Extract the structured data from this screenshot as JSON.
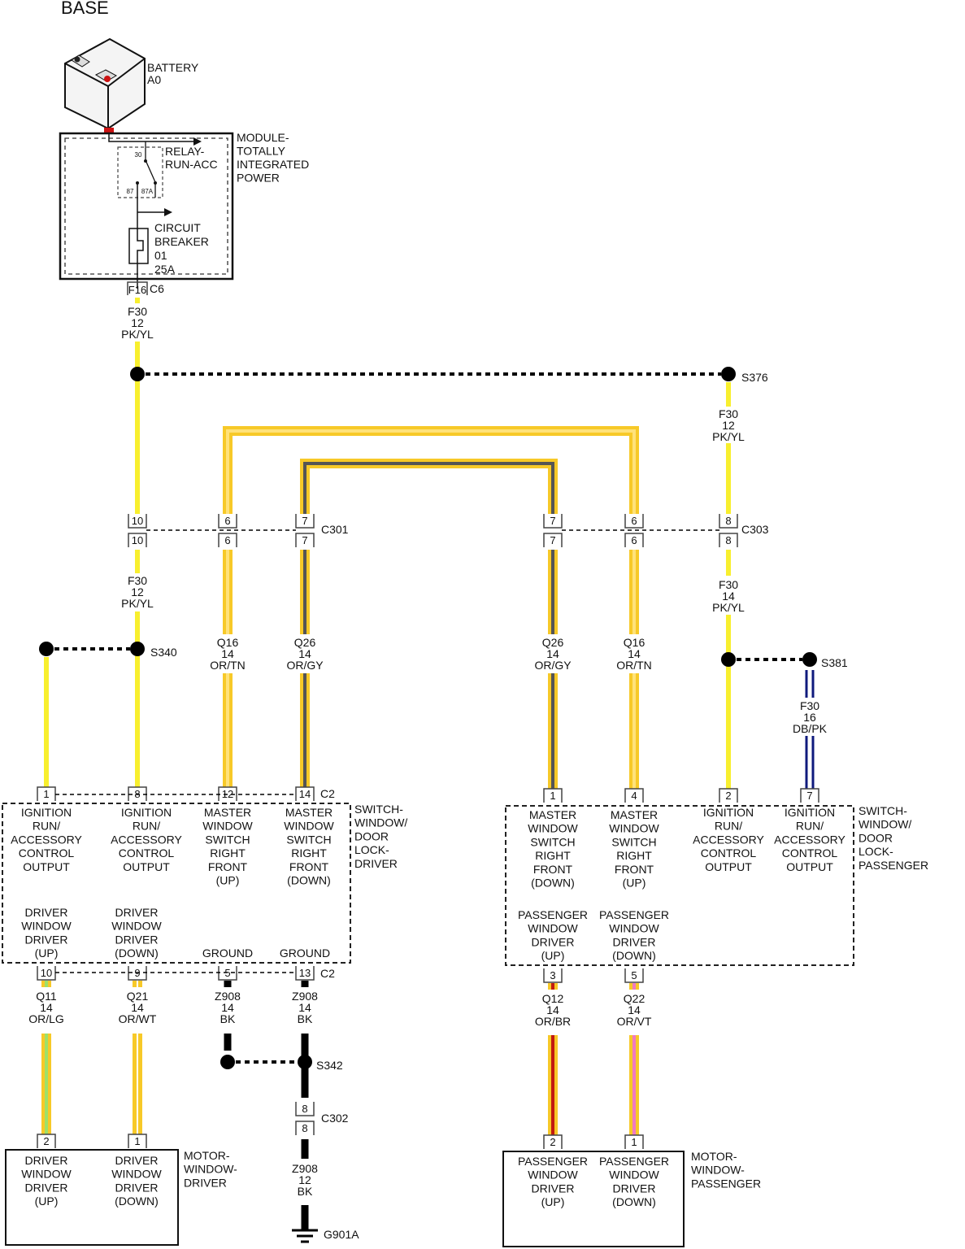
{
  "title": "BASE",
  "colors": {
    "pk_yl": "#f8ef2e",
    "or": "#f7c928",
    "or_light": "#ffe27a",
    "gy": "#555555",
    "lg": "#9ee06a",
    "wt": "#ffffff",
    "br": "#c21a10",
    "vt": "#f07ac2",
    "db": "#0f1a7d",
    "bk": "#000000",
    "terminal": "#cc1111"
  },
  "battery": {
    "name": "BATTERY",
    "code": "A0",
    "icon": "battery-icon"
  },
  "module_tip": {
    "lines": [
      "MODULE-",
      "TOTALLY",
      "INTEGRATED",
      "POWER"
    ],
    "relay": {
      "lines": [
        "RELAY-",
        "RUN-ACC"
      ],
      "pins": [
        "30",
        "87",
        "87A"
      ]
    },
    "breaker": {
      "lines": [
        "CIRCUIT",
        "BREAKER",
        "01",
        "25A"
      ]
    },
    "output_pin": "F16",
    "output_connector": "C6"
  },
  "wires": {
    "w_main": [
      "F30",
      "12",
      "PK/YL"
    ],
    "w_s376": [
      "F30",
      "12",
      "PK/YL"
    ],
    "w_c301_below": [
      "F30",
      "12",
      "PK/YL"
    ],
    "w_q16_left": [
      "Q16",
      "14",
      "OR/TN"
    ],
    "w_q26_left": [
      "Q26",
      "14",
      "OR/GY"
    ],
    "w_q26_right": [
      "Q26",
      "14",
      "OR/GY"
    ],
    "w_q16_right": [
      "Q16",
      "14",
      "OR/TN"
    ],
    "w_c303_below": [
      "F30",
      "14",
      "PK/YL"
    ],
    "w_s381": [
      "F30",
      "16",
      "DB/PK"
    ],
    "w_q11": [
      "Q11",
      "14",
      "OR/LG"
    ],
    "w_q21": [
      "Q21",
      "14",
      "OR/WT"
    ],
    "w_z908_a": [
      "Z908",
      "14",
      "BK"
    ],
    "w_z908_b": [
      "Z908",
      "14",
      "BK"
    ],
    "w_z908_gnd": [
      "Z908",
      "12",
      "BK"
    ],
    "w_q12": [
      "Q12",
      "14",
      "OR/BR"
    ],
    "w_q22": [
      "Q22",
      "14",
      "OR/VT"
    ]
  },
  "splices": {
    "s376": "S376",
    "s340": "S340",
    "s381": "S381",
    "s342": "S342"
  },
  "connectors": {
    "c301": {
      "name": "C301",
      "pins": [
        "10",
        "6",
        "7"
      ]
    },
    "c303": {
      "name": "C303",
      "pins": [
        "7",
        "6",
        "8"
      ]
    },
    "c302": {
      "name": "C302",
      "pins": [
        "8"
      ]
    },
    "c2_driver": {
      "name": "C2",
      "top_pins": [
        "1",
        "8",
        "12",
        "14"
      ],
      "bottom_pins": [
        "10",
        "9",
        "5",
        "13"
      ]
    },
    "c2_driver_bottom_name": "C2",
    "passenger_top_pins": [
      "1",
      "4",
      "2",
      "7"
    ],
    "passenger_bottom_pins": [
      "3",
      "5"
    ],
    "motor_driver_pins": [
      "2",
      "1"
    ],
    "motor_passenger_pins": [
      "2",
      "1"
    ]
  },
  "switch_driver": {
    "name_lines": [
      "SWITCH-",
      "WINDOW/",
      "DOOR",
      "LOCK-",
      "DRIVER"
    ],
    "top_functions": [
      [
        "IGNITION",
        "RUN/",
        "ACCESSORY",
        "CONTROL",
        "OUTPUT"
      ],
      [
        "IGNITION",
        "RUN/",
        "ACCESSORY",
        "CONTROL",
        "OUTPUT"
      ],
      [
        "MASTER",
        "WINDOW",
        "SWITCH",
        "RIGHT",
        "FRONT",
        "(UP)"
      ],
      [
        "MASTER",
        "WINDOW",
        "SWITCH",
        "RIGHT",
        "FRONT",
        "(DOWN)"
      ]
    ],
    "bottom_functions": [
      [
        "DRIVER",
        "WINDOW",
        "DRIVER",
        "(UP)"
      ],
      [
        "DRIVER",
        "WINDOW",
        "DRIVER",
        "(DOWN)"
      ],
      [
        "GROUND"
      ],
      [
        "GROUND"
      ]
    ]
  },
  "switch_passenger": {
    "name_lines": [
      "SWITCH-",
      "WINDOW/",
      "DOOR",
      "LOCK-",
      "PASSENGER"
    ],
    "top_functions": [
      [
        "MASTER",
        "WINDOW",
        "SWITCH",
        "RIGHT",
        "FRONT",
        "(DOWN)"
      ],
      [
        "MASTER",
        "WINDOW",
        "SWITCH",
        "RIGHT",
        "FRONT",
        "(UP)"
      ],
      [
        "IGNITION",
        "RUN/",
        "ACCESSORY",
        "CONTROL",
        "OUTPUT"
      ],
      [
        "IGNITION",
        "RUN/",
        "ACCESSORY",
        "CONTROL",
        "OUTPUT"
      ]
    ],
    "bottom_functions": [
      [
        "PASSENGER",
        "WINDOW",
        "DRIVER",
        "(UP)"
      ],
      [
        "PASSENGER",
        "WINDOW",
        "DRIVER",
        "(DOWN)"
      ]
    ]
  },
  "motor_driver": {
    "name_lines": [
      "MOTOR-",
      "WINDOW-",
      "DRIVER"
    ],
    "functions": [
      [
        "DRIVER",
        "WINDOW",
        "DRIVER",
        "(UP)"
      ],
      [
        "DRIVER",
        "WINDOW",
        "DRIVER",
        "(DOWN)"
      ]
    ]
  },
  "motor_passenger": {
    "name_lines": [
      "MOTOR-",
      "WINDOW-",
      "PASSENGER"
    ],
    "functions": [
      [
        "PASSENGER",
        "WINDOW",
        "DRIVER",
        "(UP)"
      ],
      [
        "PASSENGER",
        "WINDOW",
        "DRIVER",
        "(DOWN)"
      ]
    ]
  },
  "ground": {
    "name": "G901A",
    "icon": "ground-icon"
  }
}
